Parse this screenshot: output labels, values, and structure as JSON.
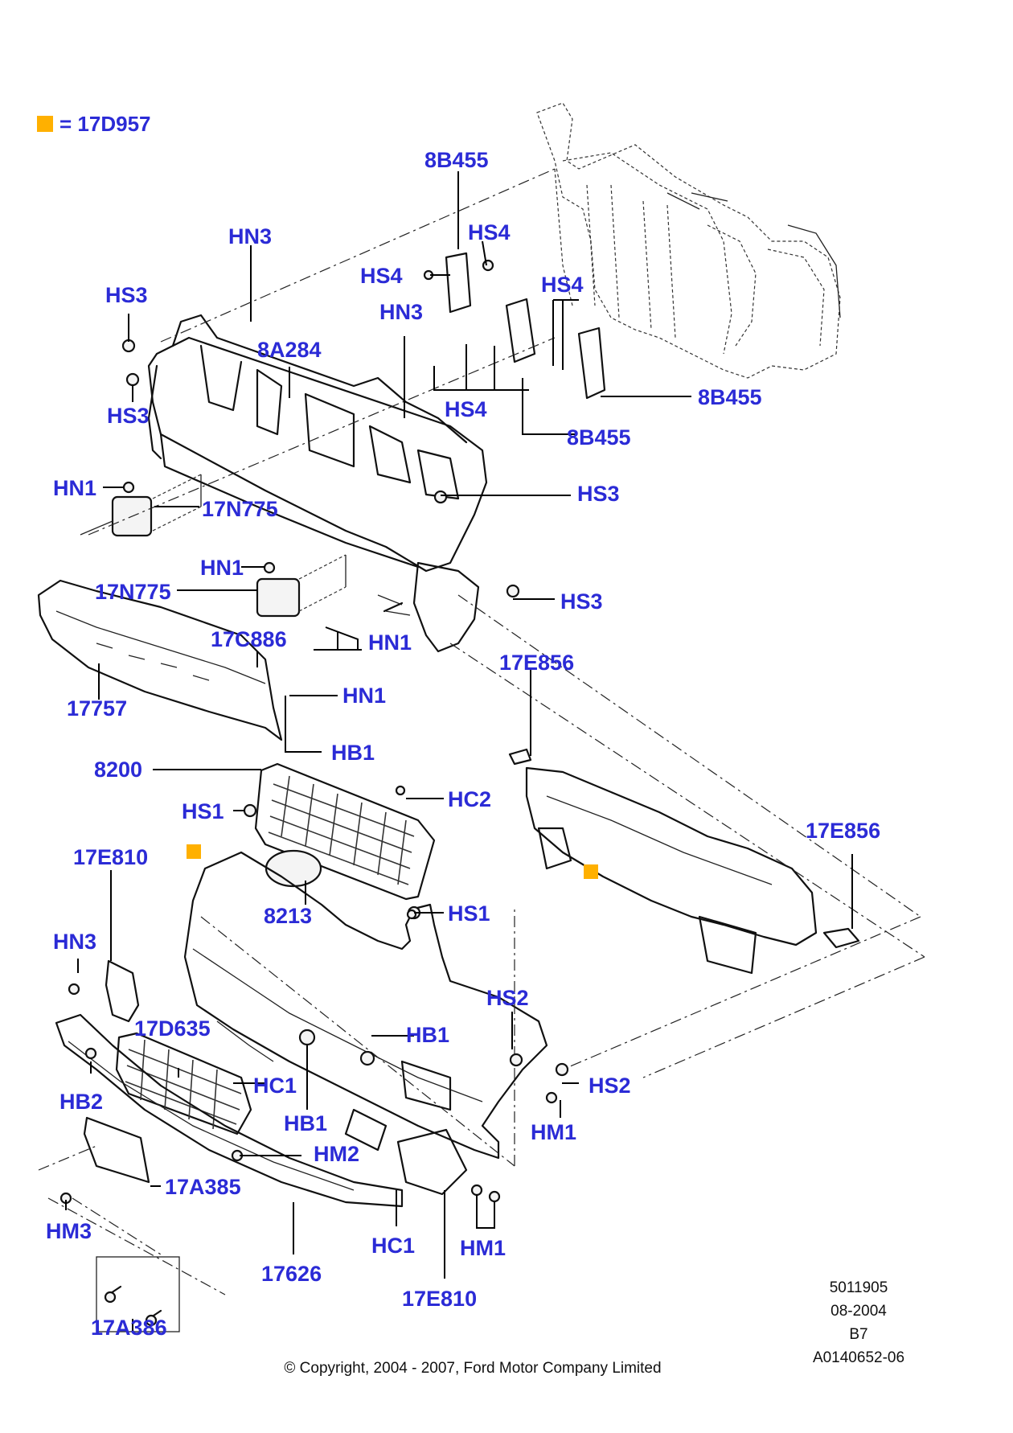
{
  "legend": {
    "marker_color": "#ffb000",
    "text": "= 17D957"
  },
  "label_color": "#2b2bd6",
  "marker_color": "#ffb000",
  "labels": [
    {
      "id": "l-8B455-top",
      "text": "8B455"
    },
    {
      "id": "l-HS4-a",
      "text": "HS4"
    },
    {
      "id": "l-HS4-b",
      "text": "HS4"
    },
    {
      "id": "l-HN3-a",
      "text": "HN3"
    },
    {
      "id": "l-HS4-c",
      "text": "HS4"
    },
    {
      "id": "l-HS3-a",
      "text": "HS3"
    },
    {
      "id": "l-HN3-b",
      "text": "HN3"
    },
    {
      "id": "l-8A284",
      "text": "8A284"
    },
    {
      "id": "l-HS3-b",
      "text": "HS3"
    },
    {
      "id": "l-HS4-d",
      "text": "HS4"
    },
    {
      "id": "l-8B455-right",
      "text": "8B455"
    },
    {
      "id": "l-8B455-mid",
      "text": "8B455"
    },
    {
      "id": "l-HN1-a",
      "text": "HN1"
    },
    {
      "id": "l-17N775-a",
      "text": "17N775"
    },
    {
      "id": "l-HS3-c",
      "text": "HS3"
    },
    {
      "id": "l-HN1-b",
      "text": "HN1"
    },
    {
      "id": "l-17N775-b",
      "text": "17N775"
    },
    {
      "id": "l-HS3-d",
      "text": "HS3"
    },
    {
      "id": "l-17C886",
      "text": "17C886"
    },
    {
      "id": "l-HN1-c",
      "text": "HN1"
    },
    {
      "id": "l-17E856-a",
      "text": "17E856"
    },
    {
      "id": "l-HN1-d",
      "text": "HN1"
    },
    {
      "id": "l-17757",
      "text": "17757"
    },
    {
      "id": "l-HB1-a",
      "text": "HB1"
    },
    {
      "id": "l-8200",
      "text": "8200"
    },
    {
      "id": "l-HC2",
      "text": "HC2"
    },
    {
      "id": "l-HS1-a",
      "text": "HS1"
    },
    {
      "id": "l-17E856-b",
      "text": "17E856"
    },
    {
      "id": "l-17E810-a",
      "text": "17E810"
    },
    {
      "id": "l-8213",
      "text": "8213"
    },
    {
      "id": "l-HS1-b",
      "text": "HS1"
    },
    {
      "id": "l-HN3-c",
      "text": "HN3"
    },
    {
      "id": "l-HS2-a",
      "text": "HS2"
    },
    {
      "id": "l-17D635",
      "text": "17D635"
    },
    {
      "id": "l-HB1-b",
      "text": "HB1"
    },
    {
      "id": "l-HC1-a",
      "text": "HC1"
    },
    {
      "id": "l-HS2-b",
      "text": "HS2"
    },
    {
      "id": "l-HB2",
      "text": "HB2"
    },
    {
      "id": "l-HB1-c",
      "text": "HB1"
    },
    {
      "id": "l-HM1-a",
      "text": "HM1"
    },
    {
      "id": "l-HM2",
      "text": "HM2"
    },
    {
      "id": "l-17A385",
      "text": "17A385"
    },
    {
      "id": "l-HM3",
      "text": "HM3"
    },
    {
      "id": "l-HC1-b",
      "text": "HC1"
    },
    {
      "id": "l-HM1-b",
      "text": "HM1"
    },
    {
      "id": "l-17626",
      "text": "17626"
    },
    {
      "id": "l-17E810-b",
      "text": "17E810"
    },
    {
      "id": "l-17A386",
      "text": "17A386"
    }
  ],
  "doc_info": {
    "number": "5011905",
    "date": "08-2004",
    "code": "B7",
    "ref": "A0140652-06"
  },
  "copyright": "© Copyright, 2004 - 2007, Ford Motor Company Limited"
}
